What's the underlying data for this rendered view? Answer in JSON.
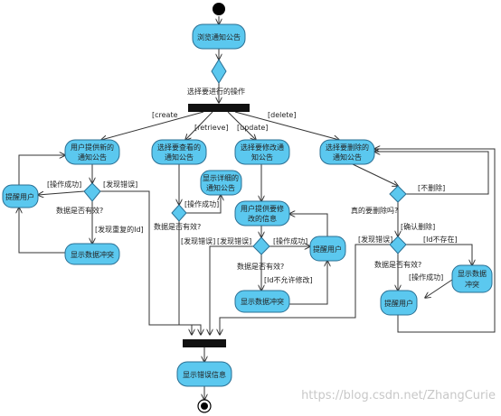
{
  "nodes": {
    "browse": [
      "浏览通知公告"
    ],
    "create_provide": [
      "用户提供新的",
      "通知公告"
    ],
    "remind_create": [
      "提醒用户"
    ],
    "conflict_create": [
      "显示数据冲突"
    ],
    "select_view": [
      "选择要查看的",
      "通知公告"
    ],
    "show_detail": [
      "显示详细的",
      "通知公告"
    ],
    "select_edit": [
      "选择要修改通",
      "知公告"
    ],
    "provide_edit": [
      "用户提供要修",
      "改的信息"
    ],
    "remind_edit": [
      "提醒用户"
    ],
    "conflict_edit": [
      "显示数据冲突"
    ],
    "select_delete": [
      "选择要删除的",
      "通知公告"
    ],
    "remind_delete": [
      "提醒用户"
    ],
    "conflict_delete": [
      "显示数据",
      "冲突"
    ],
    "show_error": [
      "显示错误信息"
    ]
  },
  "labels": {
    "choose_op": "选择要进行的操作",
    "create": "[create",
    "retrieve": "[retrieve]",
    "update": "[update]",
    "delete": "[delete]",
    "op_success_1": "[操作成功]",
    "found_error_1": "[发现错误]",
    "valid_1": "数据是否有效?",
    "dup_id": "[发现重复的Id]",
    "op_success_2": "[操作成功]",
    "valid_2": "数据是否有效?",
    "found_error_2": "[发现错误]",
    "found_error_3": "[发现错误]",
    "op_success_3": "[操作成功]",
    "valid_3": "数据是否有效?",
    "id_no_modify": "[Id不允许修改]",
    "no_delete": "[不删除]",
    "really_delete": "真的要删除吗?",
    "confirm_delete": "[确认删除]",
    "found_error_4": "[发现错误]",
    "id_not_exist": "[Id不存在]",
    "valid_4": "数据是否有效?",
    "op_success_4": "[操作成功]"
  },
  "watermark": "https://blog.csdn.net/ZhangCurie"
}
